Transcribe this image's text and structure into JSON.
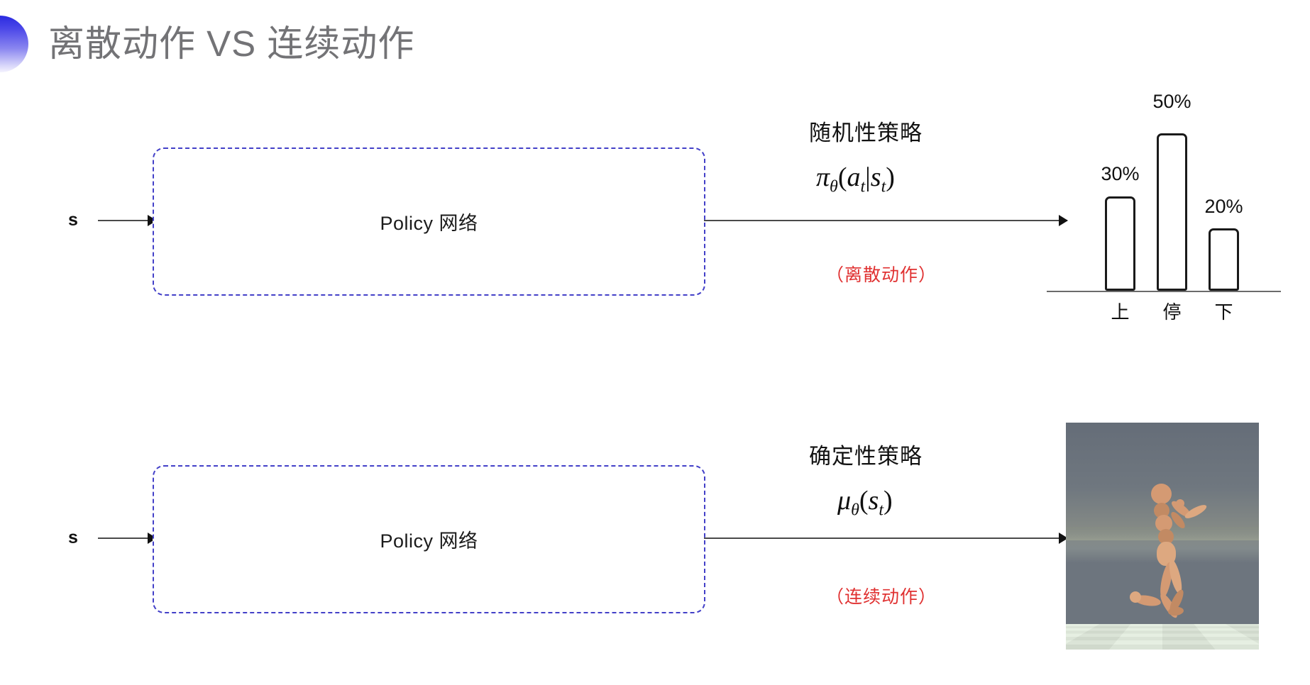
{
  "slide": {
    "title": "离散动作 VS 连续动作",
    "title_color": "#737376",
    "accent_color": "#4340c8",
    "highlight_color": "#e03131",
    "background": "#ffffff"
  },
  "rows": [
    {
      "input_label": "s",
      "box_label": "Policy 网络",
      "annotation_title": "随机性策略",
      "formula_parts": {
        "fn": "π",
        "fn_sub": "θ",
        "open": "(",
        "arg1": "a",
        "arg1_sub": "t",
        "bar": "|",
        "arg2": "s",
        "arg2_sub": "t",
        "close": ")"
      },
      "formula_plain": "π_θ(a_t|s_t)",
      "note": "（离散动作）",
      "output_kind": "bar-chart"
    },
    {
      "input_label": "s",
      "box_label": "Policy 网络",
      "annotation_title": "确定性策略",
      "formula_parts": {
        "fn": "μ",
        "fn_sub": "θ",
        "open": "(",
        "arg1": "s",
        "arg1_sub": "t",
        "bar": "",
        "arg2": "",
        "arg2_sub": "",
        "close": ")"
      },
      "formula_plain": "μ_θ(s_t)",
      "note": "（连续动作）",
      "output_kind": "humanoid-simulation"
    }
  ],
  "chart_data": {
    "type": "bar",
    "title": "",
    "categories": [
      "上",
      "停",
      "下"
    ],
    "values": [
      30,
      50,
      20
    ],
    "value_labels": [
      "30%",
      "50%",
      "20%"
    ],
    "xlabel": "",
    "ylabel": "",
    "ylim": [
      0,
      55
    ],
    "grid": false,
    "legend": "none",
    "bar_style": {
      "fill": "#ffffff",
      "stroke": "#1a1a1a"
    }
  },
  "simulation": {
    "caption": "",
    "sky_color": "#6d757e",
    "floor_colors": [
      "#0b0b0b",
      "#e6efe2"
    ],
    "figure_color": "#d49a73"
  }
}
